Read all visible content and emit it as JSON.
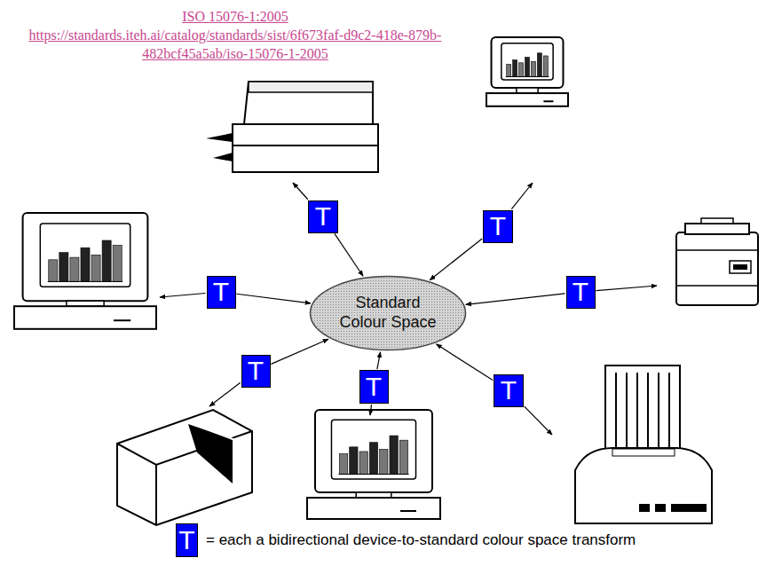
{
  "diagram": {
    "nodes": [
      {
        "text": [
          "T"
        ]
      },
      {
        "text": [
          "T"
        ]
      },
      {
        "text": [
          "T"
        ]
      },
      {
        "text": [
          "Standard Colour Space"
        ]
      },
      {
        "text": [
          "T"
        ]
      },
      {
        "text": [
          "T"
        ]
      },
      {
        "text": [
          "T"
        ]
      },
      {
        "text": [
          "T"
        ]
      }
    ],
    "edges": [
      {
        "from": 0,
        "to": 3,
        "arrow": "to"
      },
      {
        "from": 1,
        "to": 3,
        "arrow": "to"
      },
      {
        "from": 2,
        "to": 3,
        "arrow": "to"
      },
      {
        "from": 4,
        "to": 3,
        "arrow": "to"
      },
      {
        "from": 5,
        "to": 3,
        "arrow": "to"
      },
      {
        "from": 6,
        "to": 3,
        "arrow": "to"
      },
      {
        "from": 7,
        "to": 3,
        "arrow": "to"
      }
    ],
    "labels": [
      "ISO 15076-1:2005",
      "https://standards.iteh.ai/catalog/standards/sist/6f673faf-d9c2-418e-879b- 482bcf45a5ab/iso-15076-1-2005",
      "T"
    ],
    "legend": [
      {
        "text": "= each a bidirectional device-to-standard colour space transform",
        "color": "#0000ff"
      }
    ]
  }
}
